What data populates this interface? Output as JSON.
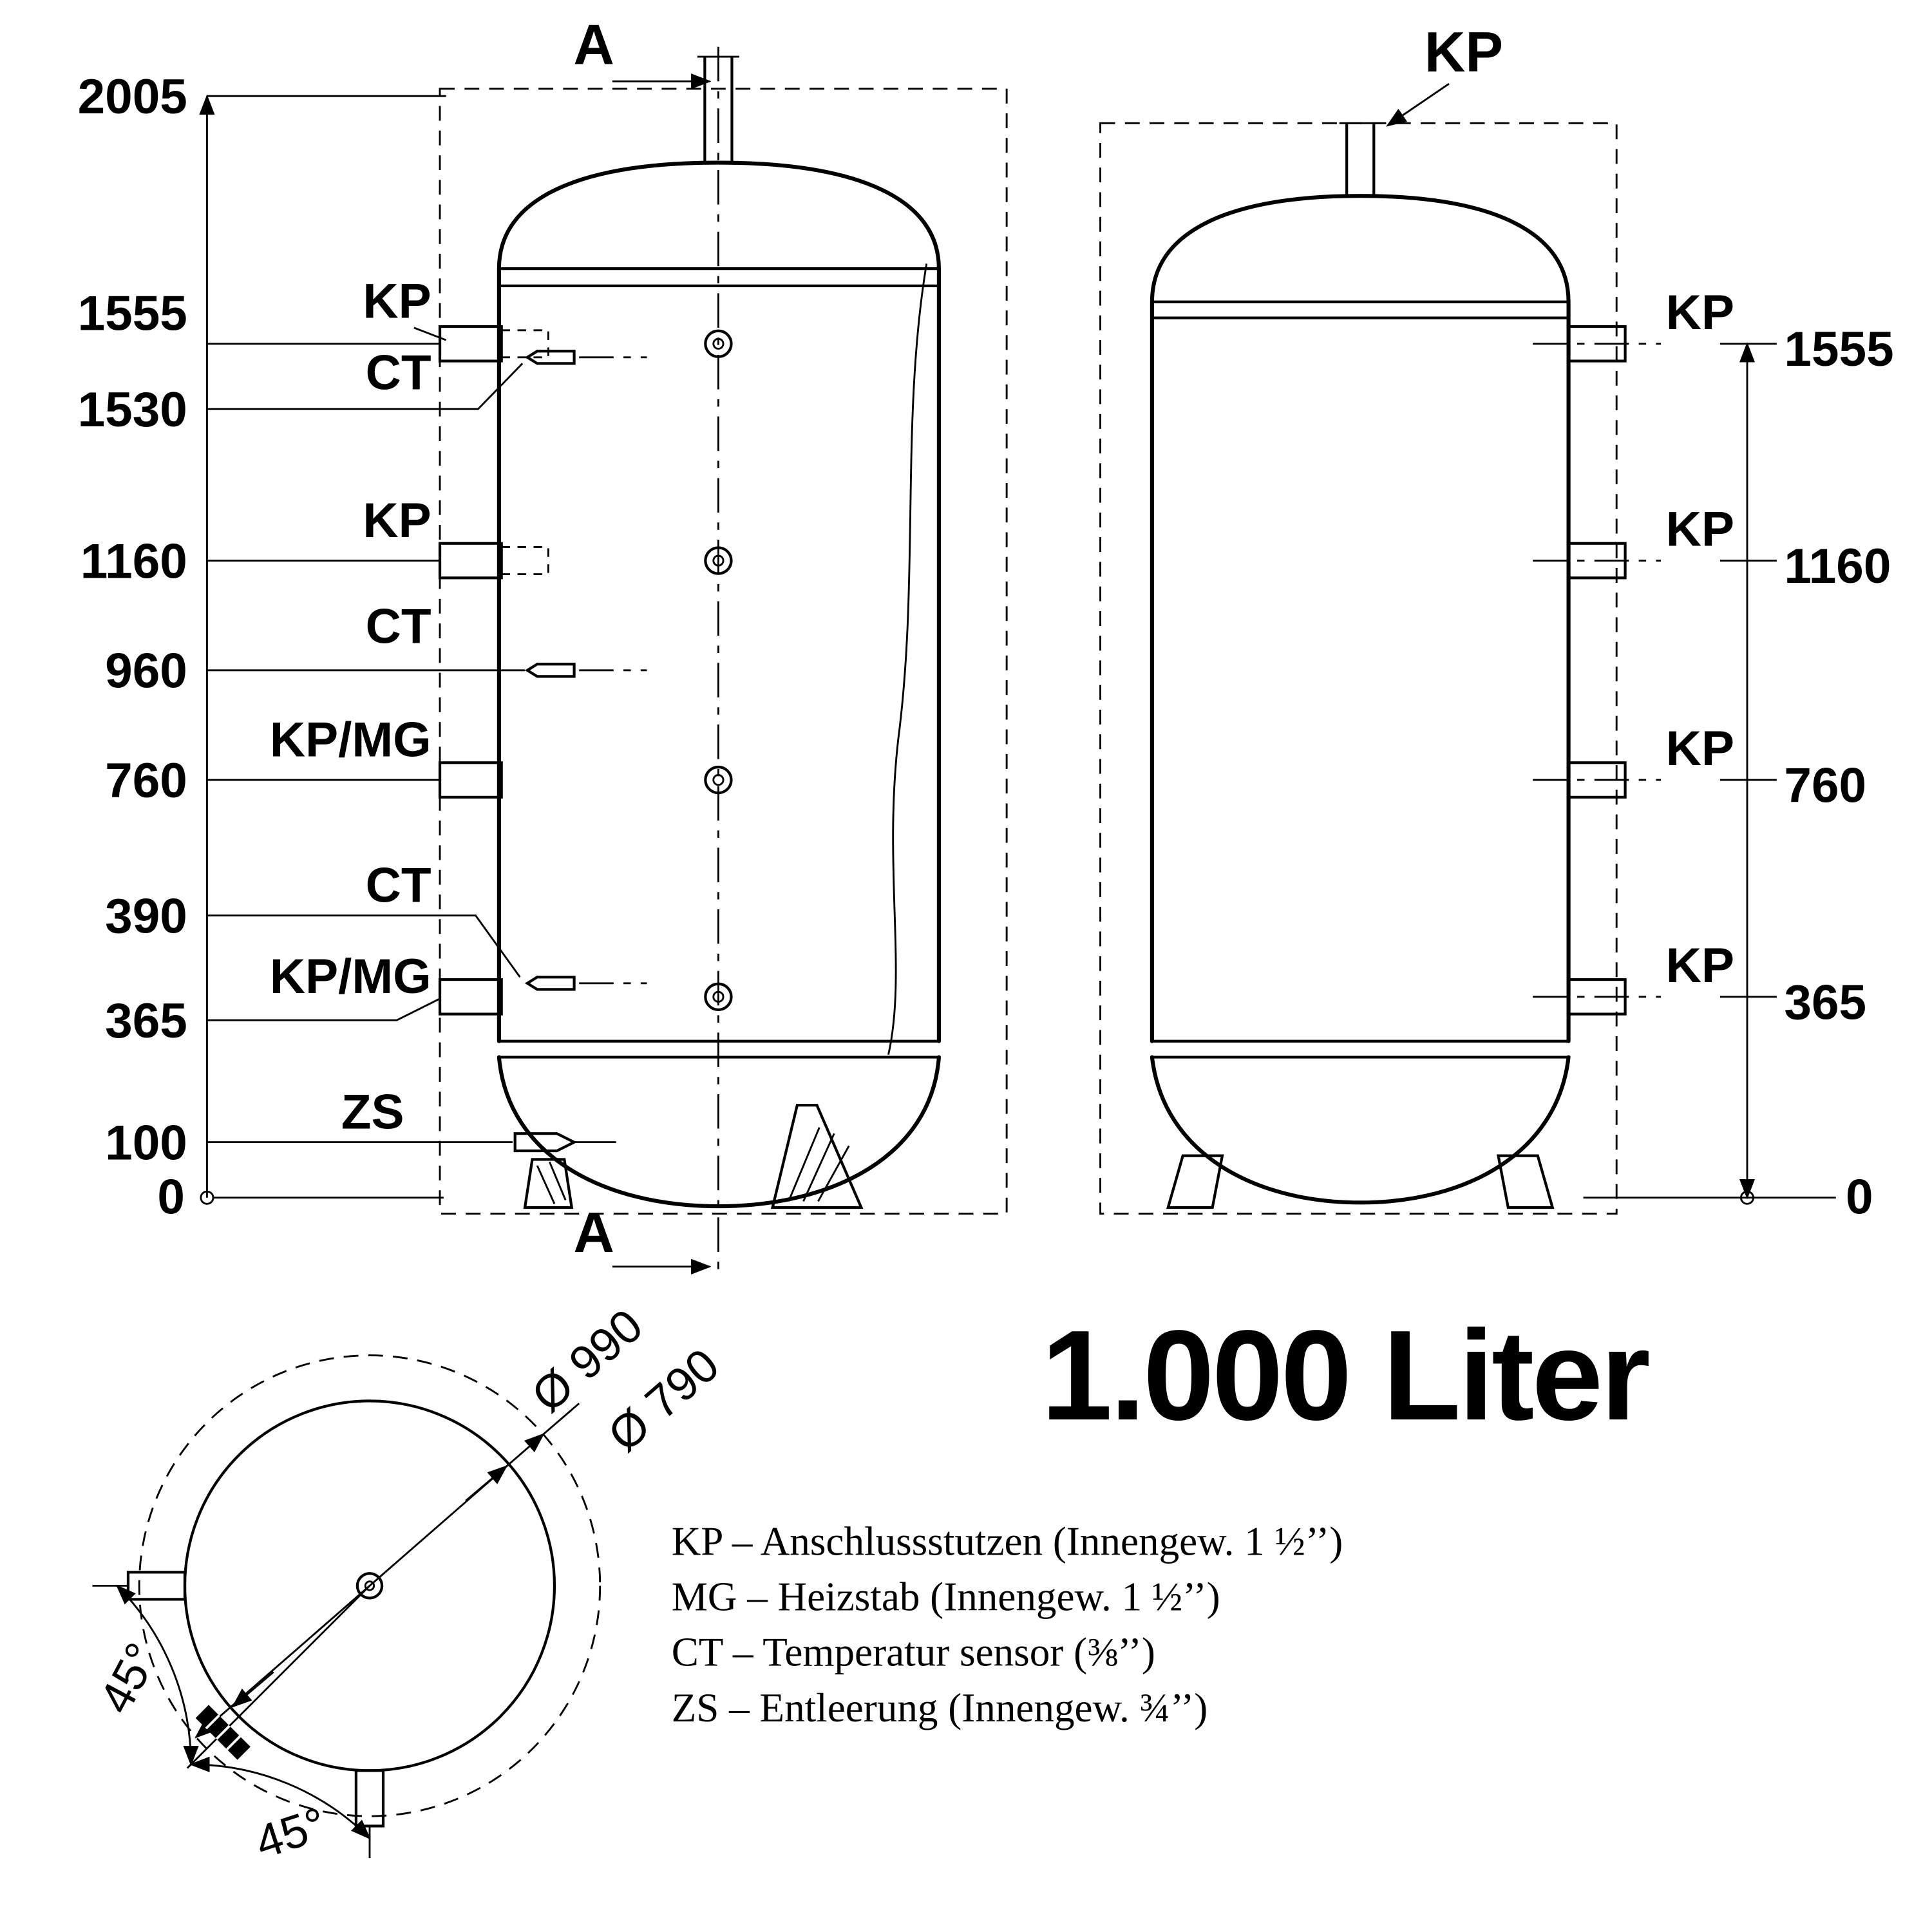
{
  "title": "1.000 Liter",
  "colors": {
    "ink": "#000000",
    "background": "#ffffff"
  },
  "front_view": {
    "section_marker": "A",
    "dims": {
      "d2005": "2005",
      "d1555": "1555",
      "d1530": "1530",
      "d1160": "1160",
      "d960": "960",
      "d760": "760",
      "d390": "390",
      "d365": "365",
      "d100": "100",
      "d0": "0"
    },
    "ports": {
      "kp_1555": "KP",
      "ct_1530": "CT",
      "kp_1160": "KP",
      "ct_960": "CT",
      "kpmg_760": "KP/MG",
      "ct_390": "CT",
      "kpmg_365": "KP/MG",
      "zs_100": "ZS"
    }
  },
  "side_view": {
    "top_port": "KP",
    "ports": {
      "kp_1555": "KP",
      "kp_1160": "KP",
      "kp_760": "KP",
      "kp_365": "KP"
    },
    "dims": {
      "d1555": "1555",
      "d1160": "1160",
      "d760": "760",
      "d365": "365",
      "d0": "0"
    }
  },
  "top_view": {
    "dia_outer": "Ø 990",
    "dia_inner": "Ø 790",
    "angle_left": "45°",
    "angle_bottom": "45°"
  },
  "legend": {
    "kp": "KP – Anschlussstutzen (Innengew. 1 ½’’)",
    "mg": "MG – Heizstab (Innengew. 1 ½’’)",
    "ct": "CT – Temperatur sensor (⅜’’)",
    "zs": "ZS – Entleerung (Innengew. ¾’’)"
  }
}
